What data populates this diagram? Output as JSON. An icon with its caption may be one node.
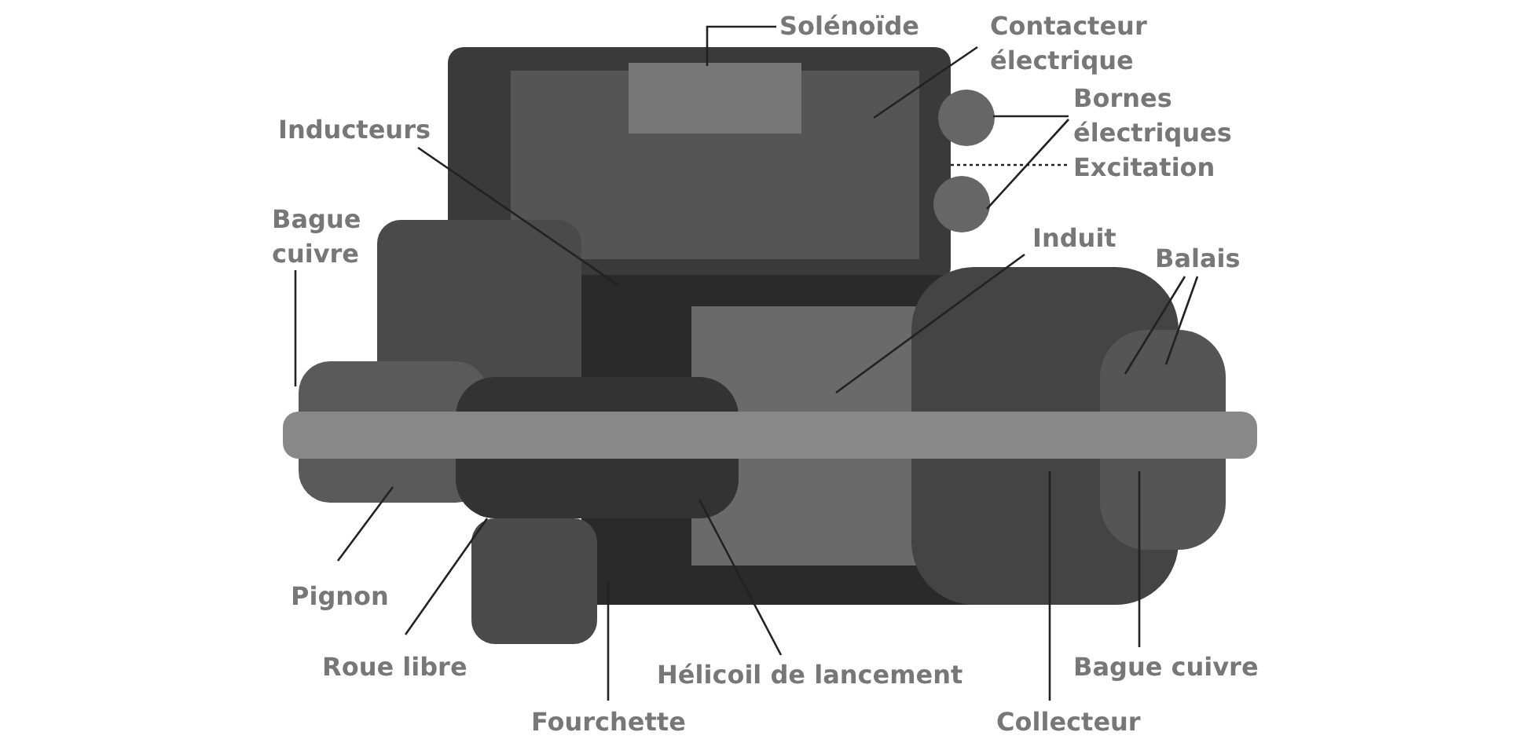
{
  "diagram": {
    "nodes": [
      {
        "text": [
          "Solénoïde"
        ]
      },
      {
        "text": [
          "Contacteur électrique"
        ]
      },
      {
        "text": [
          "Inducteurs"
        ]
      },
      {
        "text": [
          "Bornes électriques"
        ]
      },
      {
        "text": [
          "Excitation"
        ]
      },
      {
        "text": [
          "Bague cuivre"
        ]
      },
      {
        "text": [
          "Induit"
        ]
      },
      {
        "text": [
          "Balais"
        ]
      },
      {
        "text": [
          "Pignon"
        ]
      },
      {
        "text": [
          "Roue libre"
        ]
      },
      {
        "text": [
          "Hélicoil de lancement"
        ]
      },
      {
        "text": [
          "Fourchette"
        ]
      },
      {
        "text": [
          "Bague cuivre"
        ]
      },
      {
        "text": [
          "Collecteur"
        ]
      }
    ],
    "edges": [
      {
        "from": 0,
        "to": null,
        "arrow": "none"
      },
      {
        "from": 1,
        "to": null,
        "arrow": "none"
      },
      {
        "from": 2,
        "to": null,
        "arrow": "none"
      },
      {
        "from": 3,
        "to": null,
        "arrow": "none"
      },
      {
        "from": 3,
        "to": null,
        "arrow": "none"
      },
      {
        "from": 4,
        "to": null,
        "arrow": "none",
        "style": "dashed"
      },
      {
        "from": 5,
        "to": null,
        "arrow": "none"
      },
      {
        "from": 6,
        "to": null,
        "arrow": "none"
      },
      {
        "from": 7,
        "to": null,
        "arrow": "none"
      },
      {
        "from": 7,
        "to": null,
        "arrow": "none"
      },
      {
        "from": 8,
        "to": null,
        "arrow": "none"
      },
      {
        "from": 9,
        "to": null,
        "arrow": "none"
      },
      {
        "from": 10,
        "to": null,
        "arrow": "none"
      },
      {
        "from": 11,
        "to": null,
        "arrow": "none"
      },
      {
        "from": 12,
        "to": null,
        "arrow": "none"
      },
      {
        "from": 13,
        "to": null,
        "arrow": "none"
      }
    ]
  }
}
